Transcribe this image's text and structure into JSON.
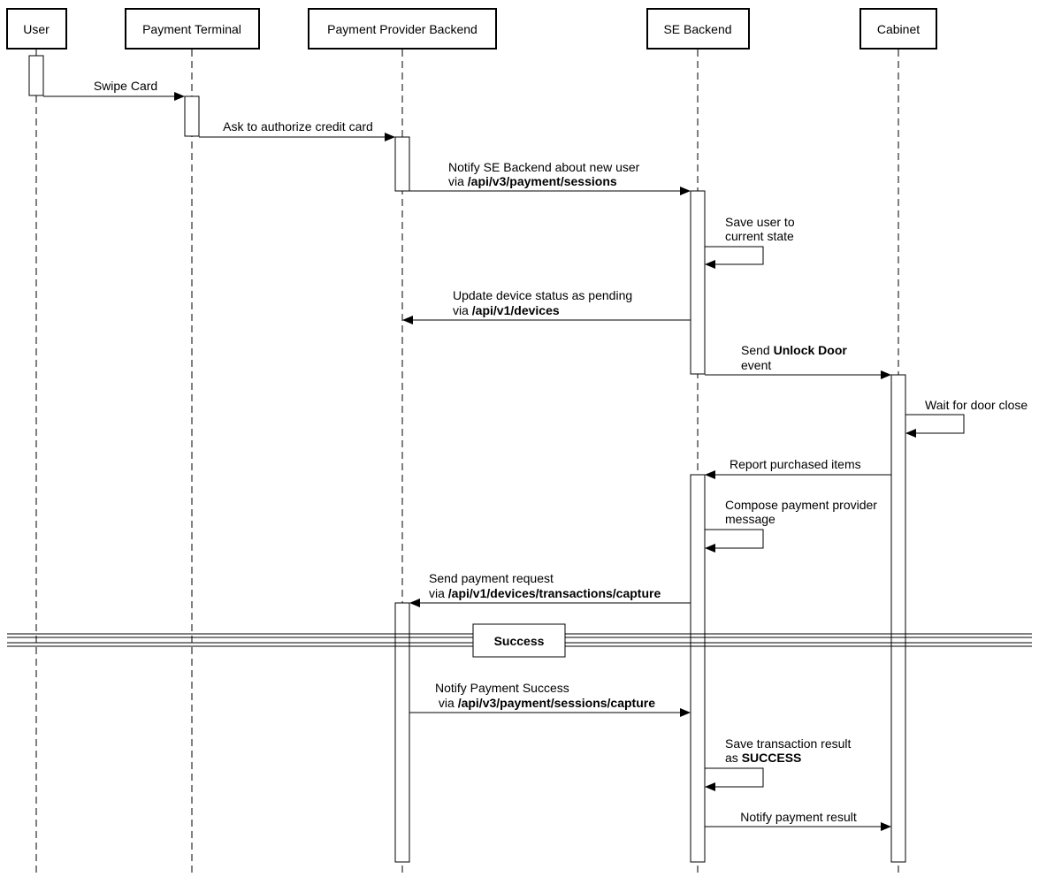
{
  "participants": {
    "user": "User",
    "payment_terminal": "Payment Terminal",
    "payment_provider_backend": "Payment Provider Backend",
    "se_backend": "SE Backend",
    "cabinet": "Cabinet"
  },
  "messages": {
    "swipe_card": "Swipe Card",
    "authorize": "Ask to authorize credit card",
    "notify_new_user_line1": "Notify SE Backend about new user",
    "notify_new_user_via": "via ",
    "notify_new_user_api": "/api/v3/payment/sessions",
    "save_user_line1": "Save user to",
    "save_user_line2": "current state",
    "update_status_line1": "Update device status as pending",
    "update_status_via": "via ",
    "update_status_api": "/api/v1/devices",
    "unlock_send": "Send ",
    "unlock_event_name": "Unlock Door",
    "unlock_line2": "event",
    "wait_door": "Wait for door close",
    "report_items": "Report purchased items",
    "compose_line1": "Compose payment provider",
    "compose_line2": "message",
    "payment_request_line1": "Send payment request",
    "payment_request_via": "via ",
    "payment_request_api": "/api/v1/devices/transactions/capture",
    "notify_success_line1": "Notify Payment Success",
    "notify_success_via": " via ",
    "notify_success_api": "/api/v3/payment/sessions/capture",
    "save_result_line1": "Save transaction result",
    "save_result_as": "as ",
    "save_result_value": "SUCCESS",
    "notify_result": "Notify payment result"
  },
  "divider": {
    "label": "Success"
  }
}
